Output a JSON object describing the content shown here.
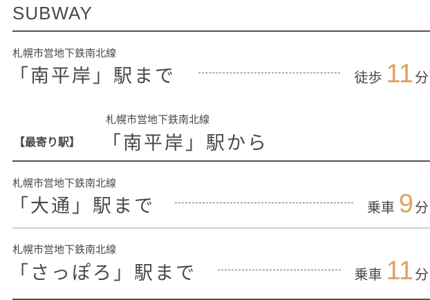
{
  "section": {
    "title": "SUBWAY"
  },
  "nearest": {
    "badge": "【最寄り駅】",
    "line": "札幌市営地下鉄南北線",
    "station": "「南平岸」駅から"
  },
  "routes": [
    {
      "line": "札幌市営地下鉄南北線",
      "station": "「南平岸」駅まで",
      "mode": "徒歩",
      "minutes": "11",
      "unit": "分"
    },
    {
      "line": "札幌市営地下鉄南北線",
      "station": "「大通」駅まで",
      "mode": "乗車",
      "minutes": "9",
      "unit": "分"
    },
    {
      "line": "札幌市営地下鉄南北線",
      "station": "「さっぽろ」駅まで",
      "mode": "乗車",
      "minutes": "11",
      "unit": "分"
    }
  ],
  "colors": {
    "accent": "#e0a060",
    "text": "#4a4744",
    "rule_dark": "#55524f",
    "rule_light": "#cccccc"
  }
}
